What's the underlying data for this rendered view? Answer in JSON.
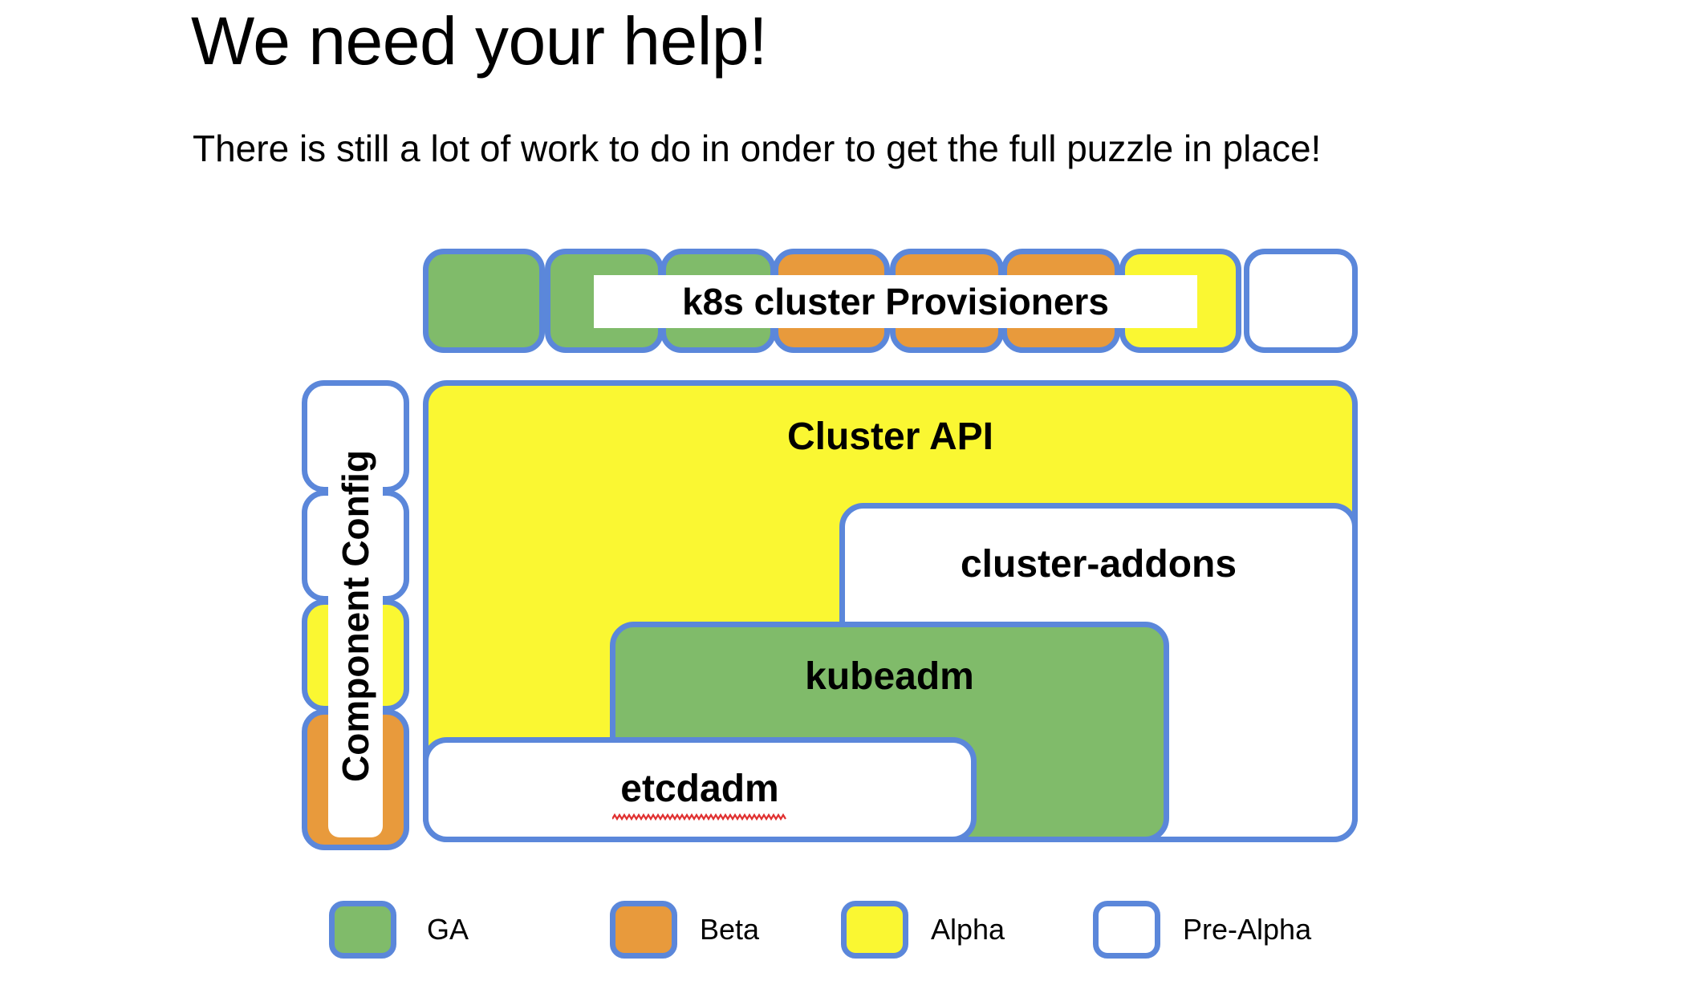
{
  "slide": {
    "title": "We need your help!",
    "subtitle": "There is still a lot of work to do in onder to get the full puzzle in place!"
  },
  "colors": {
    "ga": "#80BB6A",
    "beta": "#E89A3C",
    "alpha": "#FAF732",
    "pre_alpha": "#FFFFFF",
    "border": "#5B87DA",
    "text": "#000000",
    "background": "#FFFFFF",
    "spellcheck": "#E03030"
  },
  "provisioners": {
    "band_label": "k8s cluster Provisioners",
    "tiles": [
      {
        "name": "provisioner-tile-1",
        "status": "GA"
      },
      {
        "name": "provisioner-tile-2",
        "status": "GA"
      },
      {
        "name": "provisioner-tile-3",
        "status": "GA"
      },
      {
        "name": "provisioner-tile-4",
        "status": "Beta"
      },
      {
        "name": "provisioner-tile-5",
        "status": "Beta"
      },
      {
        "name": "provisioner-tile-6",
        "status": "Beta"
      },
      {
        "name": "provisioner-tile-7",
        "status": "Alpha"
      },
      {
        "name": "provisioner-tile-8",
        "status": "Pre-Alpha"
      }
    ]
  },
  "component_config": {
    "band_label": "Component Config",
    "tiles": [
      {
        "name": "component-config-tile-1",
        "status": "Pre-Alpha"
      },
      {
        "name": "component-config-tile-2",
        "status": "Pre-Alpha"
      },
      {
        "name": "component-config-tile-3",
        "status": "Alpha"
      },
      {
        "name": "component-config-tile-4",
        "status": "Beta"
      }
    ]
  },
  "stack": {
    "cluster_api": {
      "label": "Cluster API",
      "status": "Alpha"
    },
    "cluster_addons": {
      "label": "cluster-addons",
      "status": "Pre-Alpha"
    },
    "kubeadm": {
      "label": "kubeadm",
      "status": "GA"
    },
    "etcdadm": {
      "label": "etcdadm",
      "status": "Pre-Alpha",
      "spellchecked": true
    }
  },
  "legend": {
    "items": [
      {
        "label": "GA",
        "status": "GA"
      },
      {
        "label": "Beta",
        "status": "Beta"
      },
      {
        "label": "Alpha",
        "status": "Alpha"
      },
      {
        "label": "Pre-Alpha",
        "status": "Pre-Alpha"
      }
    ]
  }
}
